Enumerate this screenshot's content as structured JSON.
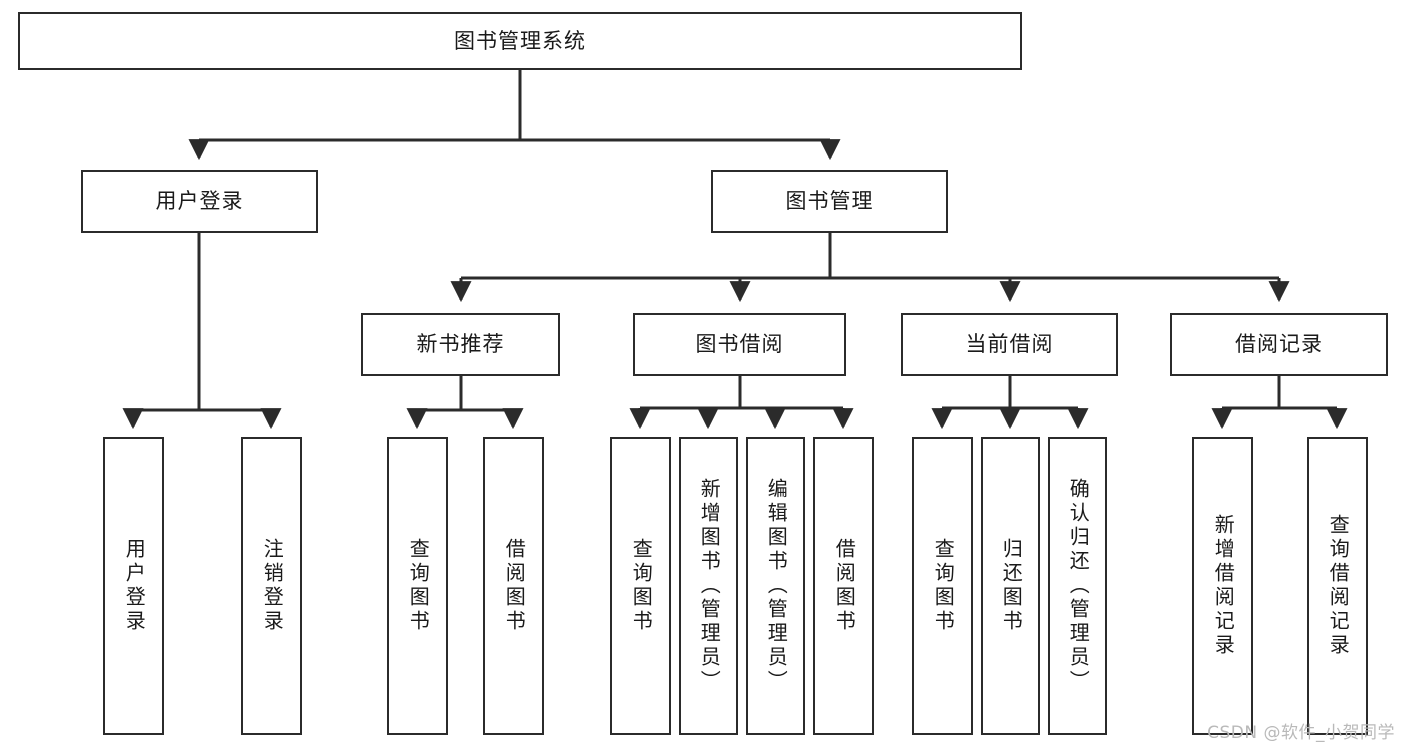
{
  "diagram": {
    "title": "图书管理系统",
    "type": "tree",
    "root": {
      "label": "图书管理系统"
    },
    "level2": [
      {
        "label": "用户登录"
      },
      {
        "label": "图书管理"
      }
    ],
    "level3": [
      {
        "label": "新书推荐"
      },
      {
        "label": "图书借阅"
      },
      {
        "label": "当前借阅"
      },
      {
        "label": "借阅记录"
      }
    ],
    "leaves": {
      "user_login": [
        {
          "label": "用户登录"
        },
        {
          "label": "注销登录"
        }
      ],
      "new_book_recommend": [
        {
          "label": "查询图书"
        },
        {
          "label": "借阅图书"
        }
      ],
      "book_borrow": [
        {
          "label": "查询图书"
        },
        {
          "label": "新增图书（管理员）"
        },
        {
          "label": "编辑图书（管理员）"
        },
        {
          "label": "借阅图书"
        }
      ],
      "current_borrow": [
        {
          "label": "查询图书"
        },
        {
          "label": "归还图书"
        },
        {
          "label": "确认归还（管理员）"
        }
      ],
      "borrow_record": [
        {
          "label": "新增借阅记录"
        },
        {
          "label": "查询借阅记录"
        }
      ]
    }
  },
  "watermark": {
    "text": "CSDN @软件_小贺同学"
  },
  "colors": {
    "border": "#2b2b2b",
    "background": "#ffffff",
    "text": "#1a1a1a",
    "watermark": "#b9b9b9"
  }
}
